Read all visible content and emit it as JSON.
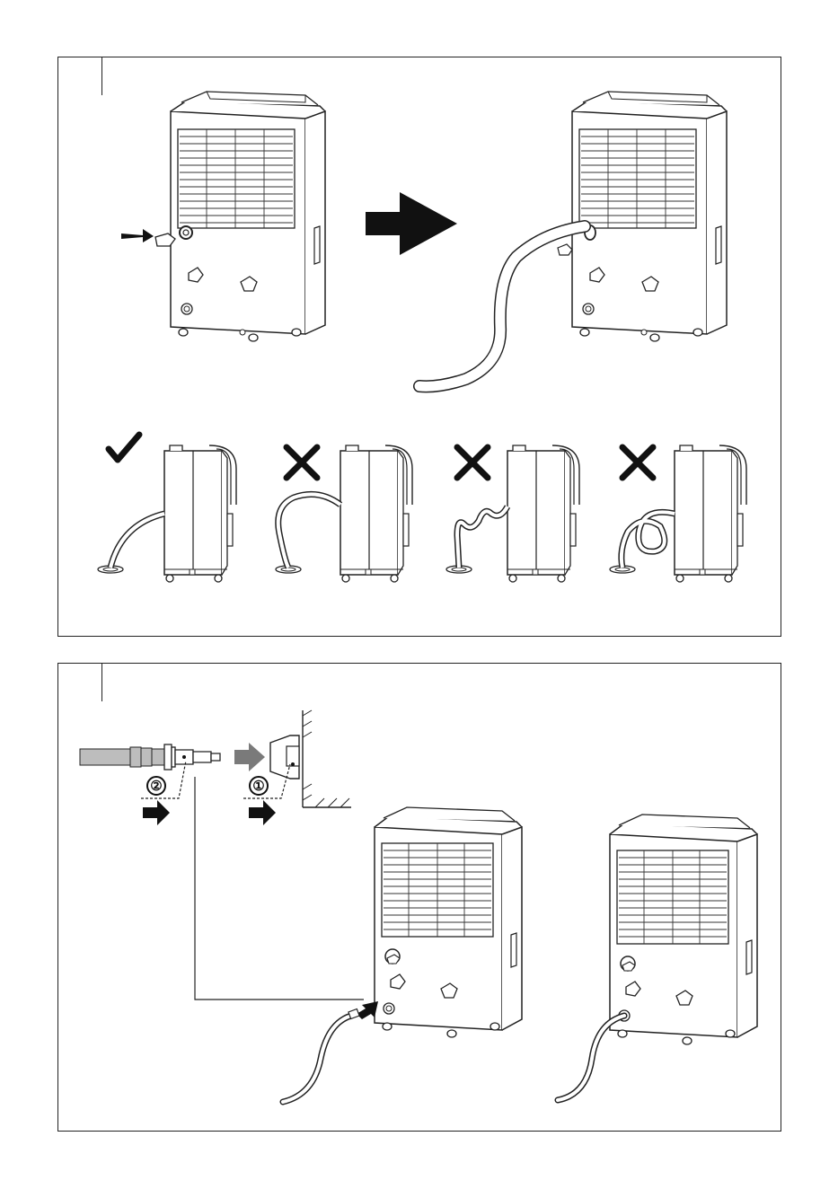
{
  "panels": [
    {
      "id": "continuous-drain-hose-install",
      "figures": [
        "remove-drain-cap",
        "attach-drain-hose"
      ],
      "hose-routing": [
        {
          "id": "hose-routing-correct",
          "verdict": "check"
        },
        {
          "id": "hose-routing-raised",
          "verdict": "cross"
        },
        {
          "id": "hose-routing-kinked",
          "verdict": "cross"
        },
        {
          "id": "hose-routing-looped",
          "verdict": "cross"
        }
      ]
    },
    {
      "id": "pump-drain-hose-install",
      "steps": [
        {
          "marker": "①"
        },
        {
          "marker": "②"
        }
      ]
    }
  ],
  "colors": {
    "line": "#222222",
    "hose_fill": "#bdbdbd",
    "arrow_grey": "#7a7a7a",
    "arrow_black": "#111111"
  }
}
